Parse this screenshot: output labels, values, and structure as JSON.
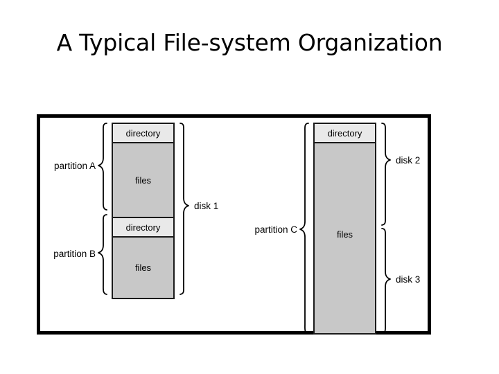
{
  "slide": {
    "title": "A Typical File-system Organization"
  },
  "figure": {
    "frame_border_color": "#000000",
    "directory_fill": "#e9e9e9",
    "files_fill": "#c8c8c8",
    "outline_color": "#1a1a1a",
    "columns": [
      {
        "id": "left-disk-column",
        "name": "disk-1-column",
        "partitions": [
          {
            "id": "partition-a",
            "label": "partition A",
            "blocks": [
              {
                "type": "directory",
                "label": "directory"
              },
              {
                "type": "files",
                "label": "files"
              }
            ]
          },
          {
            "id": "partition-b",
            "label": "partition B",
            "blocks": [
              {
                "type": "directory",
                "label": "directory"
              },
              {
                "type": "files",
                "label": "files"
              }
            ]
          }
        ],
        "disks": [
          {
            "id": "disk-1",
            "label": "disk 1"
          }
        ]
      },
      {
        "id": "right-disk-column",
        "name": "disk-2-3-column",
        "partitions": [
          {
            "id": "partition-c",
            "label": "partition C",
            "blocks": [
              {
                "type": "directory",
                "label": "directory"
              },
              {
                "type": "files",
                "label": "files"
              }
            ]
          }
        ],
        "disks": [
          {
            "id": "disk-2",
            "label": "disk 2"
          },
          {
            "id": "disk-3",
            "label": "disk 3"
          }
        ]
      }
    ]
  },
  "labels": {
    "partition_a": "partition A",
    "partition_b": "partition B",
    "partition_c": "partition C",
    "disk_1": "disk 1",
    "disk_2": "disk 2",
    "disk_3": "disk 3",
    "directory_a": "directory",
    "files_a": "files",
    "directory_b": "directory",
    "files_b": "files",
    "directory_c": "directory",
    "files_c": "files"
  }
}
